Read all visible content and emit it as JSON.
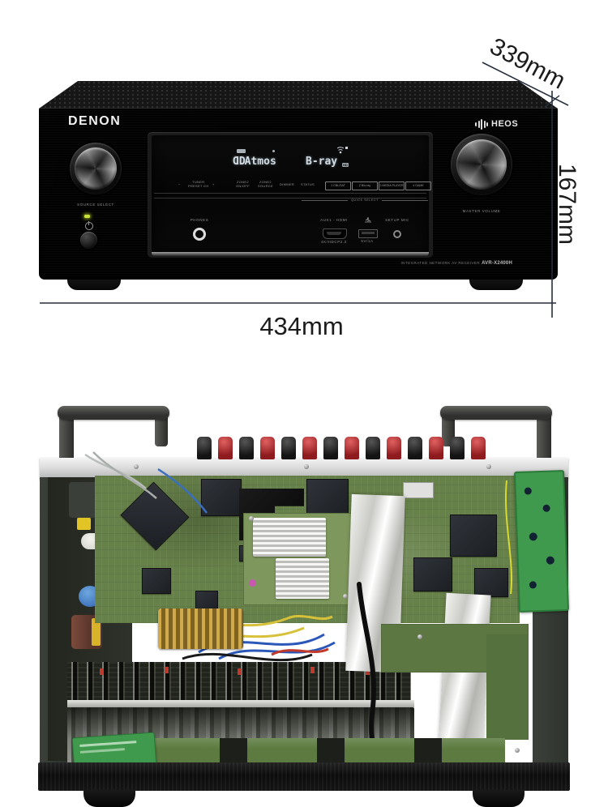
{
  "page": {
    "background": "#ffffff"
  },
  "front": {
    "brand": "DENON",
    "heos": "HEOS",
    "model_prefix": "INTEGRATED NETWORK AV RECEIVER",
    "model": "AVR-X2400H",
    "display": {
      "dolby_d": "D",
      "main": "Atmos",
      "secondary": "B-ray",
      "badge": "HD"
    },
    "knobs": {
      "left": "SOURCE SELECT",
      "right": "MASTER VOLUME"
    },
    "controls": {
      "tuner_minus": "−",
      "tuner_line1": "TUNER",
      "tuner_line2": "PRESET CH",
      "tuner_plus": "+",
      "zone2_power_line1": "ZONE2",
      "zone2_power_line2": "ON/OFF",
      "zone2_source_line1": "ZONE2",
      "zone2_source_line2": "SOURCE",
      "dimmer": "DIMMER",
      "status": "STATUS",
      "quick_select": [
        "1 CBL/SAT",
        "2 Blu-ray",
        "3 MEDIA PLAYER",
        "4 GAME"
      ],
      "quick_select_label": "QUICK SELECT"
    },
    "ports": {
      "phones": "PHONES",
      "aux": "AUX1 - HDMI",
      "aux_sub": "4K/HDCP2.2",
      "usb_sub": "5V/1A",
      "setup_mic": "SETUP MIC"
    }
  },
  "dimensions": {
    "depth": "339mm",
    "height": "167mm",
    "width": "434mm"
  },
  "icons": {
    "heos_logo": "heos-bars-icon",
    "power": "power-icon",
    "usb": "usb-icon",
    "wireless": "wireless-signal-icon",
    "dolby": "dolby-double-d-icon"
  },
  "colors": {
    "accent_red": "#b02025",
    "pcb_green": "#67814a",
    "bright_green": "#3f9a4d",
    "heatsink_silver": "#cfcfcb",
    "led_green": "#cbe23a",
    "dimension_line": "#272e3d"
  },
  "internal": {
    "binding_posts": [
      "black",
      "red",
      "black",
      "red",
      "black",
      "red",
      "black",
      "red",
      "black",
      "red",
      "black",
      "red",
      "black",
      "red"
    ]
  }
}
